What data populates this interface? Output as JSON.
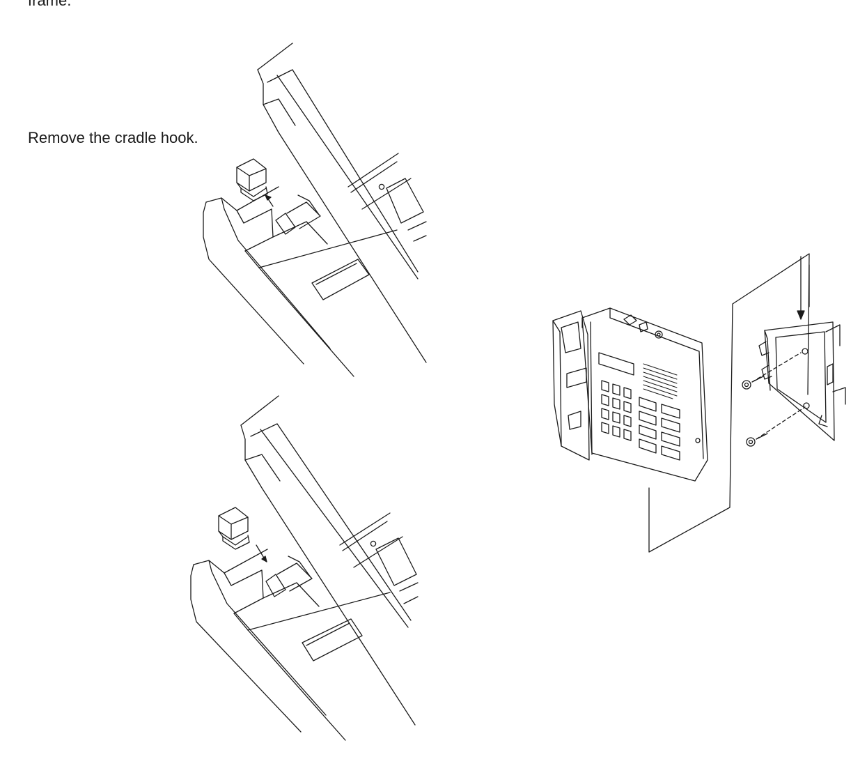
{
  "document": {
    "cut_off_heading": "frame.",
    "caption": "Remove the cradle hook."
  },
  "illustrations": {
    "top": "cradle-hook-removal",
    "bottom": "cradle-hook-installation",
    "right": "wall-mount-assembly"
  }
}
